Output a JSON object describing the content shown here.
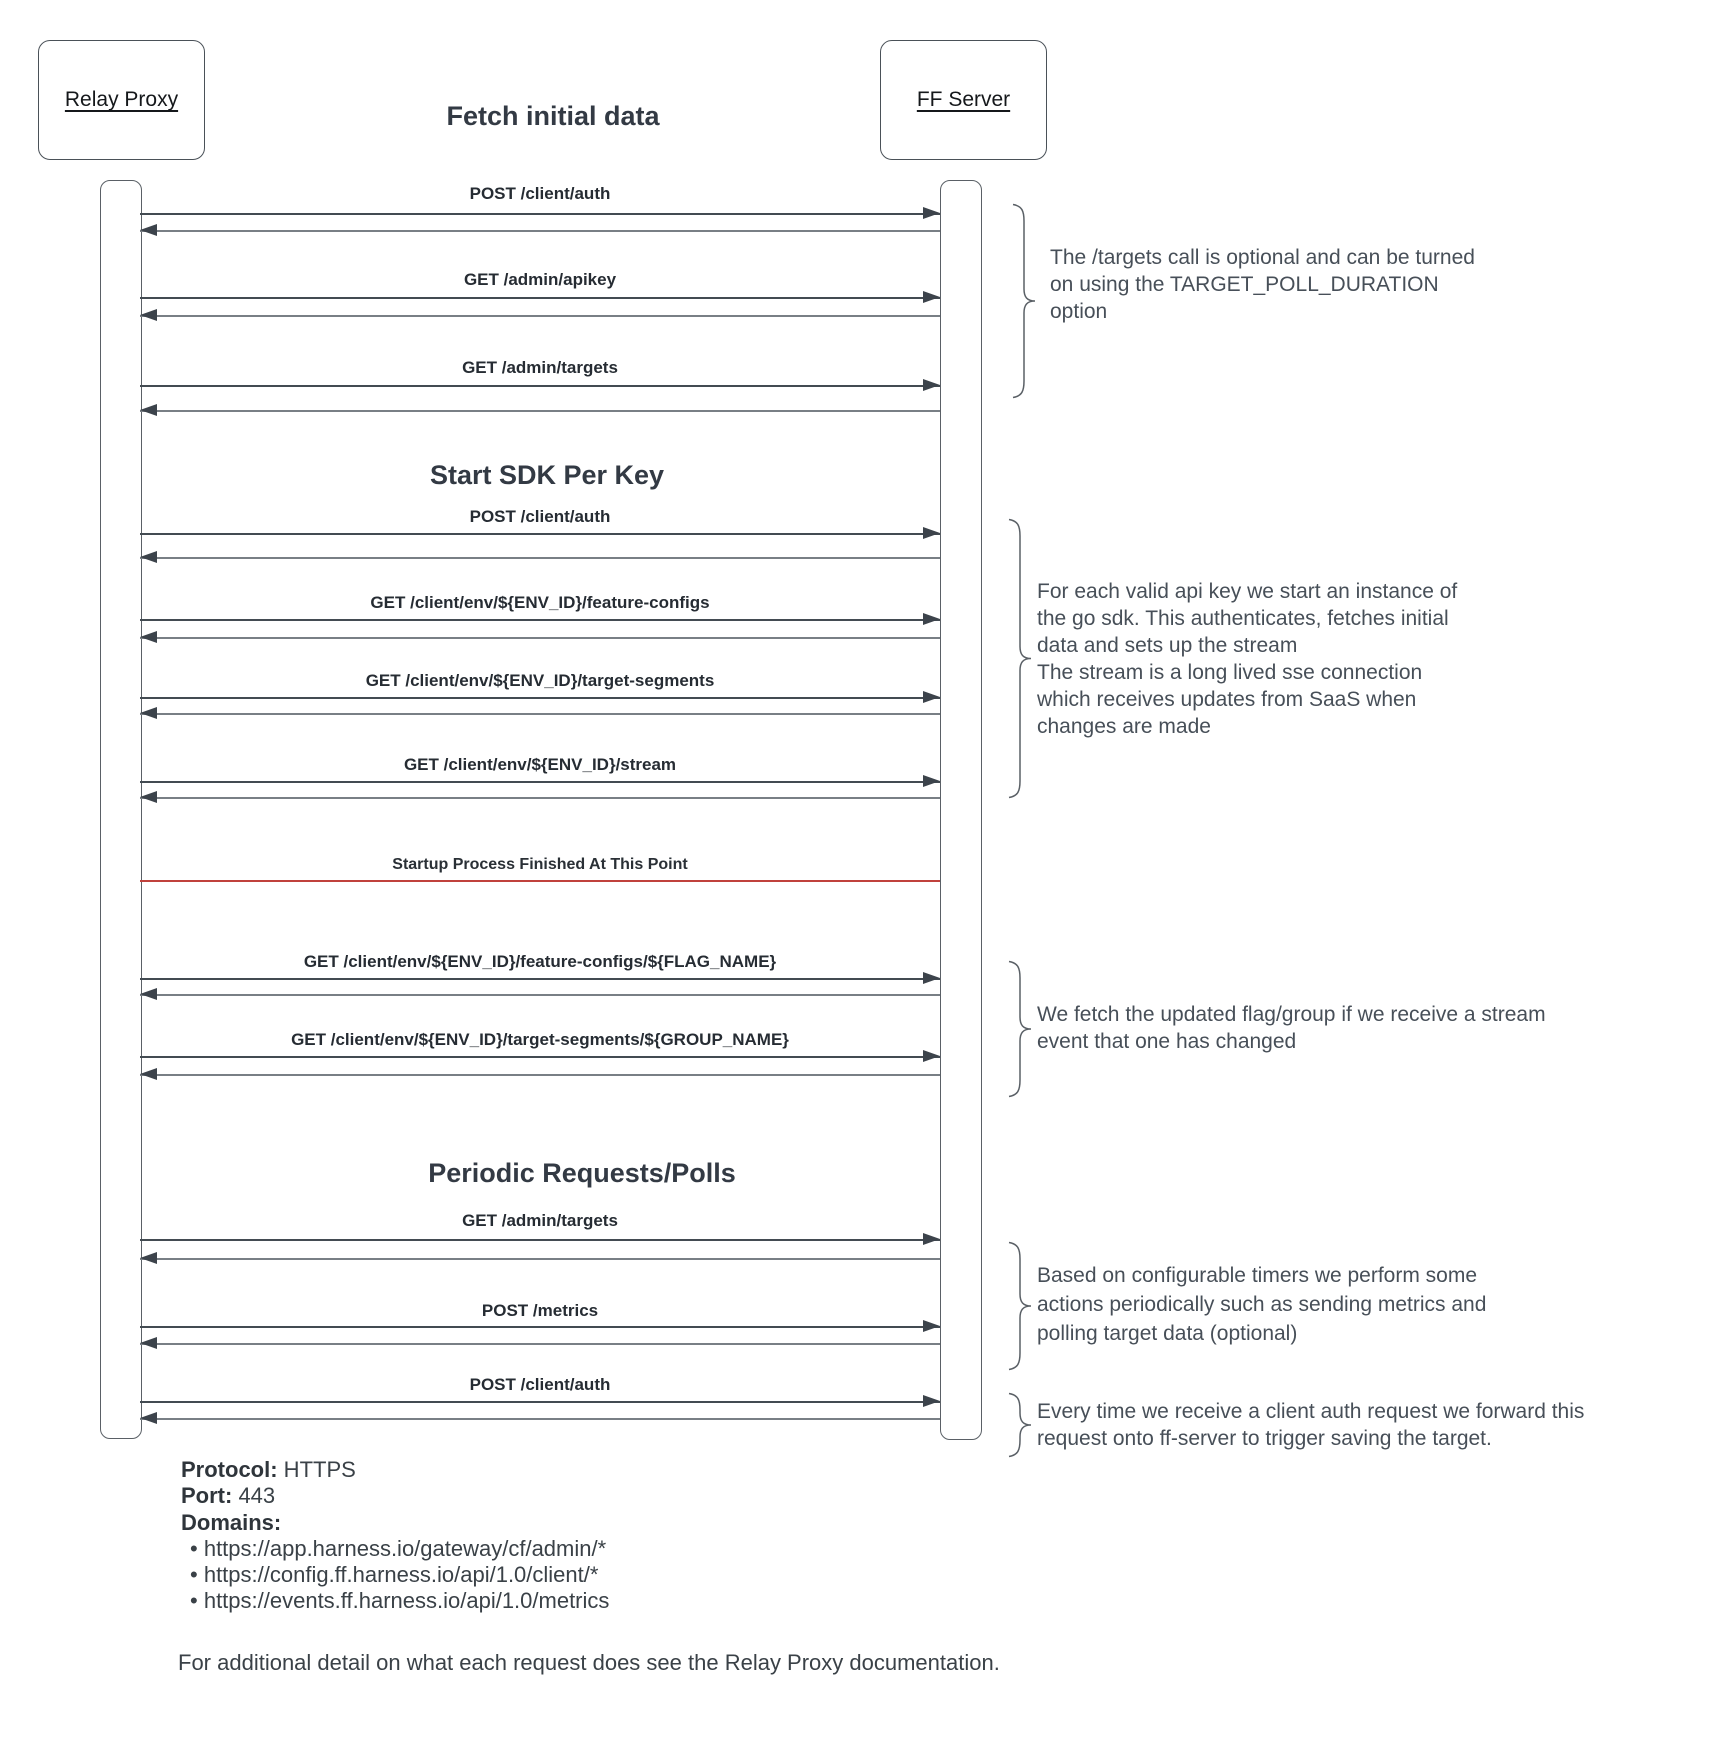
{
  "actors": {
    "left": "Relay Proxy",
    "right": "FF Server"
  },
  "section_titles": {
    "fetch_initial_data": "Fetch initial data",
    "start_sdk_per_key": "Start SDK Per Key",
    "periodic_requests": "Periodic Requests/Polls"
  },
  "messages": [
    "POST /client/auth",
    "GET /admin/apikey",
    "GET /admin/targets",
    "POST /client/auth",
    "GET /client/env/${ENV_ID}/feature-configs",
    "GET /client/env/${ENV_ID}/target-segments",
    "GET /client/env/${ENV_ID}/stream",
    "GET /client/env/${ENV_ID}/feature-configs/${FLAG_NAME}",
    "GET /client/env/${ENV_ID}/target-segments/${GROUP_NAME}",
    "GET /admin/targets",
    "POST /metrics",
    "POST /client/auth"
  ],
  "separator": {
    "label": "Startup Process Finished At This Point",
    "color": "#c0413c"
  },
  "annotations": [
    "The /targets call is optional and can be turned\non using the TARGET_POLL_DURATION\noption",
    "For each valid api key we start an instance of\nthe go sdk. This authenticates, fetches initial\ndata and sets up the stream\nThe stream is a long lived sse connection\nwhich receives updates from SaaS when\nchanges are made",
    "We fetch the updated flag/group if we receive a stream\nevent that one has changed",
    "Based on configurable timers we perform some\nactions periodically such as sending metrics and\npolling target data (optional)",
    "Every time we receive a client auth request we forward this\nrequest onto ff-server to trigger saving the target."
  ],
  "footer": {
    "protocol_label": "Protocol:",
    "protocol_value": " HTTPS",
    "port_label": "Port:",
    "port_value": " 443",
    "domains_label": "Domains:",
    "domains": [
      "https://app.harness.io/gateway/cf/admin/*",
      "https://config.ff.harness.io/api/1.0/client/*",
      "https://events.ff.harness.io/api/1.0/metrics"
    ],
    "note": "For additional detail on what each request does see the Relay Proxy documentation."
  },
  "colors": {
    "line_gray": "#5a6066",
    "arrow_dark": "#3c434b",
    "red_line": "#c0413c",
    "text_dark": "#262c33",
    "annotation_gray": "#474f58"
  }
}
